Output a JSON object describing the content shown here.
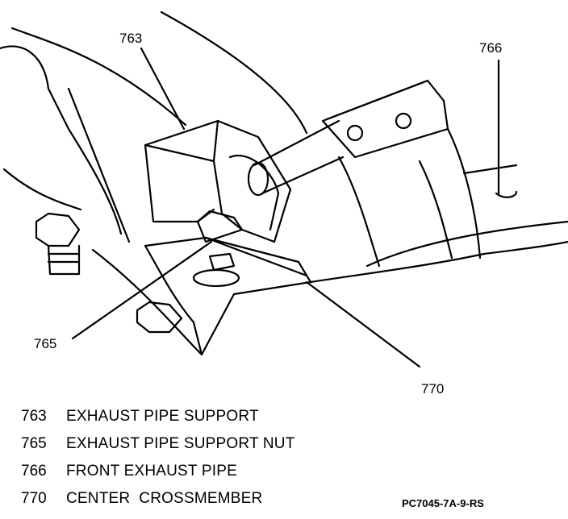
{
  "callouts": {
    "c763": "763",
    "c765": "765",
    "c766": "766",
    "c770": "770"
  },
  "legend": [
    {
      "num": "763",
      "desc": "EXHAUST PIPE SUPPORT"
    },
    {
      "num": "765",
      "desc": "EXHAUST PIPE SUPPORT NUT"
    },
    {
      "num": "766",
      "desc": "FRONT EXHAUST PIPE"
    },
    {
      "num": "770",
      "desc": "CENTER  CROSSMEMBER"
    }
  ],
  "figure_code": "PC7045-7A-9-RS",
  "colors": {
    "ink": "#000000",
    "paper": "#ffffff"
  }
}
